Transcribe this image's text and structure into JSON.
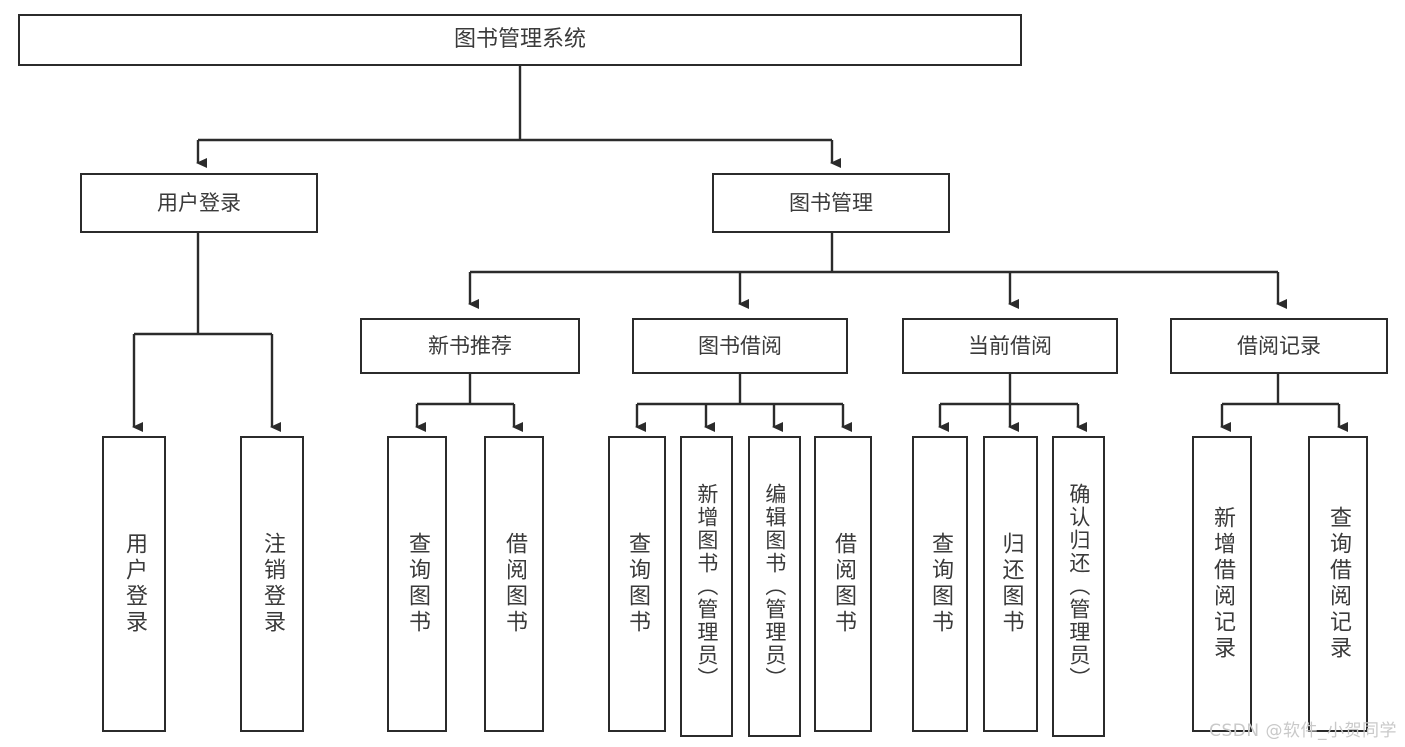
{
  "diagram": {
    "type": "tree",
    "title": "图书管理系统",
    "root": {
      "label": "图书管理系统"
    },
    "level2": [
      {
        "label": "用户登录"
      },
      {
        "label": "图书管理"
      }
    ],
    "level3": [
      {
        "label": "新书推荐"
      },
      {
        "label": "图书借阅"
      },
      {
        "label": "当前借阅"
      },
      {
        "label": "借阅记录"
      }
    ],
    "leaves": {
      "user_login": [
        {
          "label": "用户登录"
        },
        {
          "label": "注销登录"
        }
      ],
      "new_book_recommend": [
        {
          "label": "查询图书"
        },
        {
          "label": "借阅图书"
        }
      ],
      "book_borrow": [
        {
          "label": "查询图书"
        },
        {
          "label": "新增图书（管理员）"
        },
        {
          "label": "编辑图书（管理员）"
        },
        {
          "label": "借阅图书"
        }
      ],
      "current_borrow": [
        {
          "label": "查询图书"
        },
        {
          "label": "归还图书"
        },
        {
          "label": "确认归还（管理员）"
        }
      ],
      "borrow_record": [
        {
          "label": "新增借阅记录"
        },
        {
          "label": "查询借阅记录"
        }
      ]
    },
    "colors": {
      "stroke": "#2b2b2b",
      "text": "#3a3a3a",
      "background": "#ffffff",
      "watermark": "#c9c9c9"
    }
  },
  "watermark": {
    "text": "CSDN @软件_小贺同学"
  }
}
